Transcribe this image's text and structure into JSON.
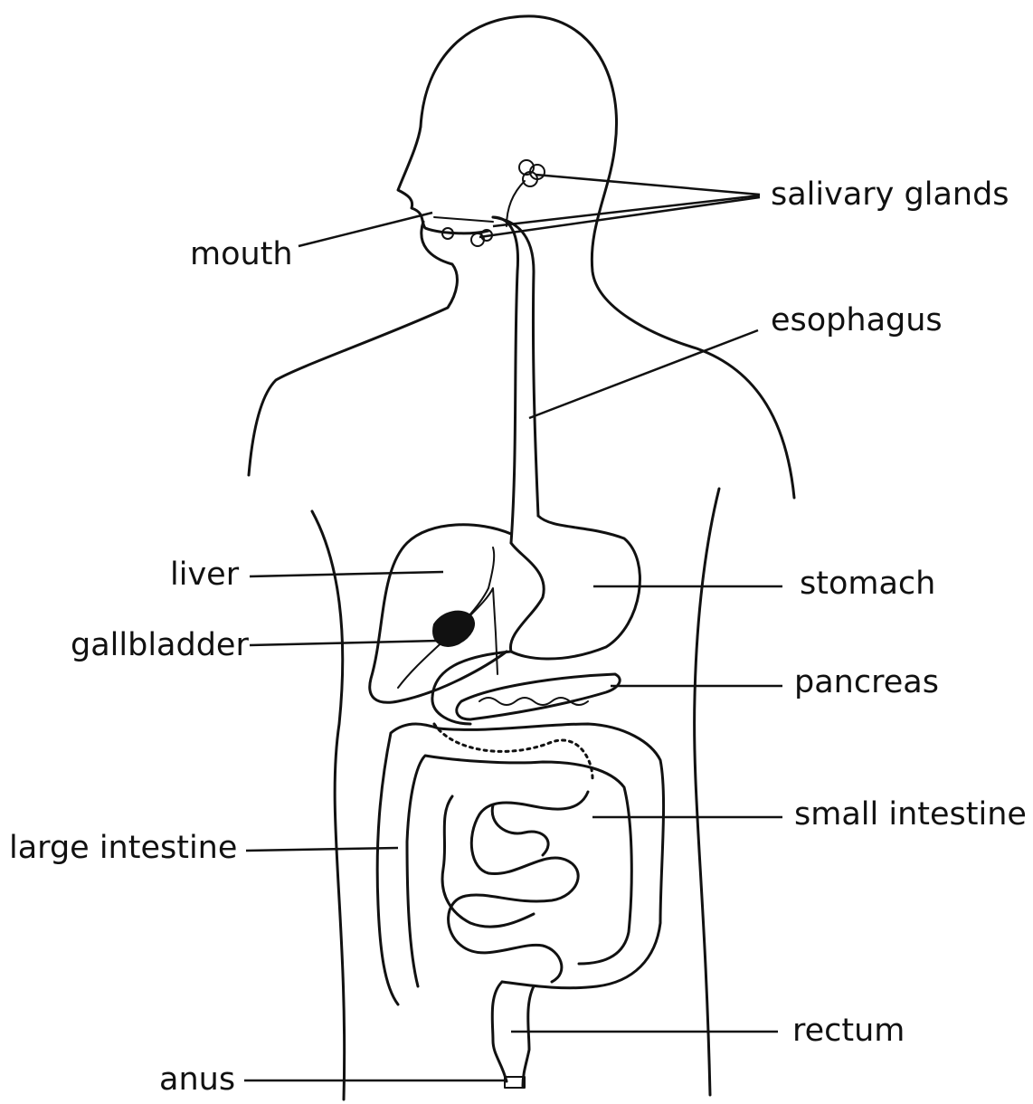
{
  "labels": {
    "salivary_glands": "salivary glands",
    "mouth": "mouth",
    "esophagus": "esophagus",
    "liver": "liver",
    "stomach": "stomach",
    "gallbladder": "gallbladder",
    "pancreas": "pancreas",
    "small_intestine": "small intestine",
    "large_intestine": "large intestine",
    "rectum": "rectum",
    "anus": "anus"
  },
  "colors": {
    "ink": "#111111",
    "background": "#ffffff"
  }
}
